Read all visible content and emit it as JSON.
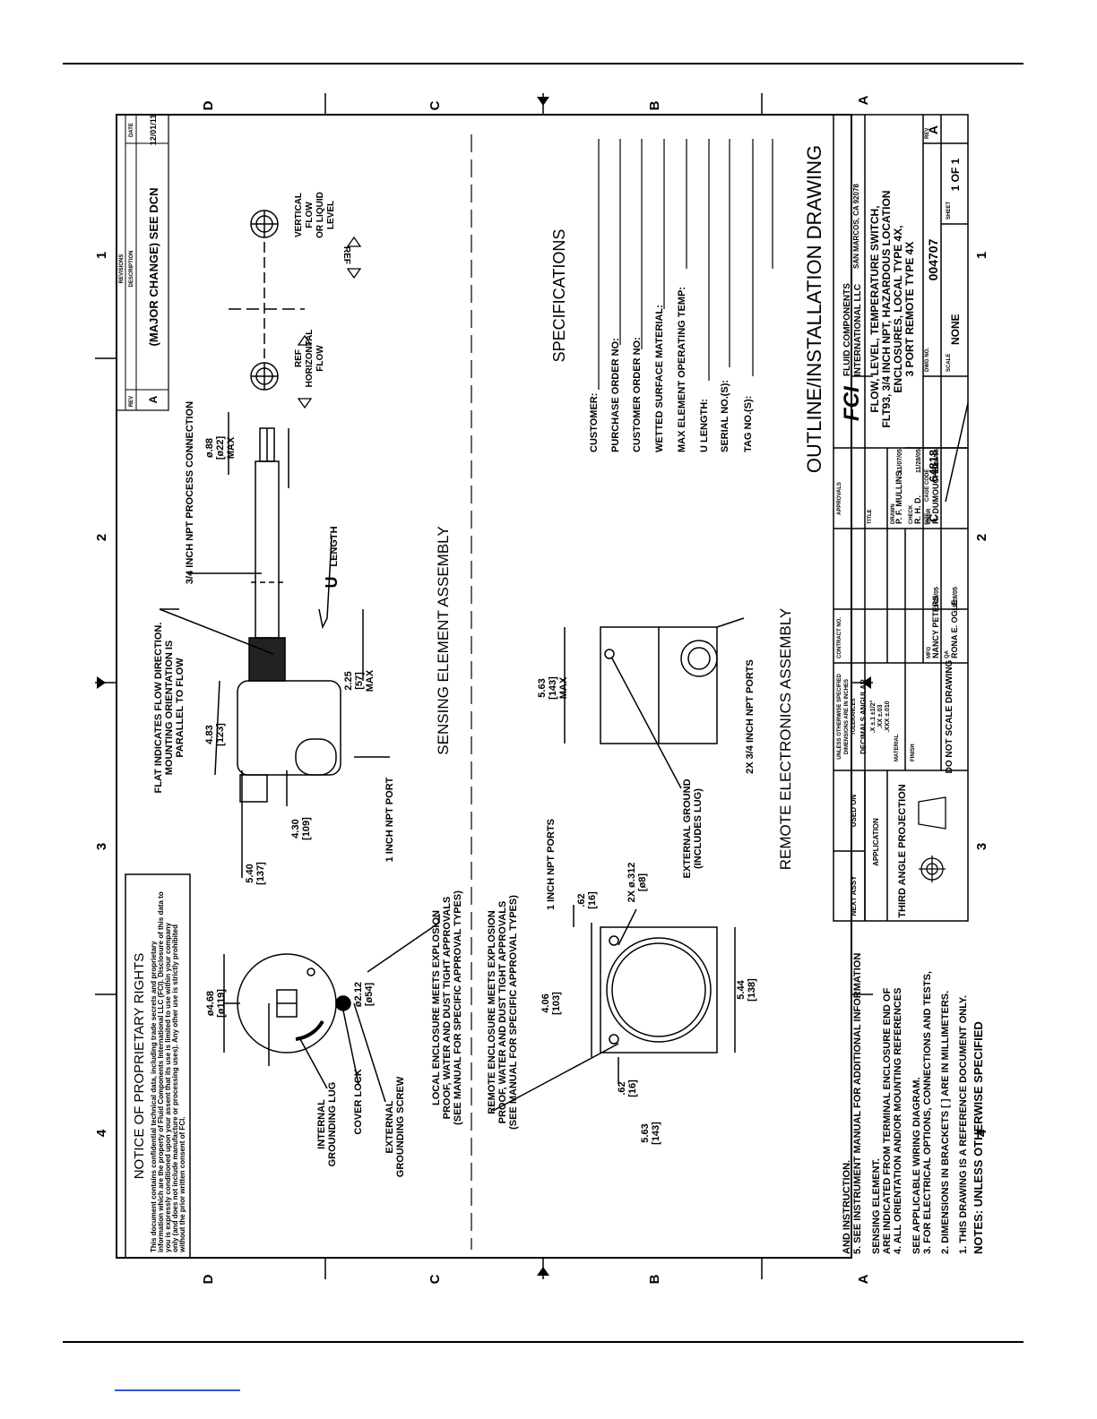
{
  "grid": {
    "columns": [
      "4",
      "3",
      "2",
      "1"
    ],
    "rows": [
      "D",
      "C",
      "B",
      "A"
    ]
  },
  "notice": {
    "title": "NOTICE OF PROPRIETARY RIGHTS",
    "lines": [
      "This document contains confidential technical data, including trade secrets and proprietary",
      "information which are the property of Fluid Components International LLC (FCI). Disclosure of this data to",
      "you is expressly conditioned upon your assent that its use is limited to use within your company",
      "only (and does not include manufacture or processing uses). Any other use is strictly prohibited",
      "without the prior written consent of FCI."
    ]
  },
  "revisions": {
    "header": "REVISIONS",
    "col_rev": "REV",
    "col_desc": "DESCRIPTION",
    "col_date": "DATE",
    "rev": "A",
    "desc": "(MAJOR CHANGE) SEE DCN",
    "date": "12/01/11"
  },
  "sensing": {
    "title": "SENSING ELEMENT ASSEMBLY",
    "dia_468": "ø4.68",
    "dia_468_mm": "[ø119]",
    "d_212": "ø2.12",
    "d_212_mm": "[ø54]",
    "internal_lug": [
      "INTERNAL",
      "GROUNDING LUG"
    ],
    "cover_lock": "COVER LOCK",
    "external_screw": [
      "EXTERNAL",
      "GROUNDING SCREW"
    ],
    "local_enclosure": [
      "LOCAL ENCLOSURE MEETS EXPLOSION",
      "PROOF, WATER AND DUST TIGHT APPROVALS",
      "(SEE MANUAL FOR SPECIFIC APPROVAL TYPES)"
    ],
    "d_540": "5.40",
    "d_540_mm": "[137]",
    "d_430": "4.30",
    "d_430_mm": "[109]",
    "d_483": "4.83",
    "d_483_mm": "[123]",
    "npt_port": "1 INCH NPT PORT",
    "flat_note": [
      "FLAT INDICATES FLOW DIRECTION.",
      "MOUNTING ORIENTATION IS",
      "PARALLEL TO FLOW"
    ],
    "d_225": "2.25",
    "d_225_mm": "[57]",
    "d_225_max": "MAX",
    "u_length": "U",
    "u_length_small": "LENGTH",
    "npt_conn": "3/4 INCH NPT PROCESS CONNECTION",
    "dia_88": "ø.88",
    "dia_88_mm": "[ø22]",
    "dia_88_max": "MAX",
    "horizontal": [
      "REF",
      "HORIZONTAL",
      "FLOW"
    ],
    "vertical": [
      "VERTICAL",
      "FLOW",
      "OR LIQUID",
      "LEVEL"
    ],
    "vertical_ref": "REF"
  },
  "remote": {
    "title": "REMOTE ELECTRONICS ASSEMBLY",
    "enclosure_note": [
      "REMOTE ENCLOSURE MEETS EXPLOSION",
      "PROOF, WATER AND DUST TIGHT APPROVALS",
      "(SEE MANUAL FOR SPECIFIC APPROVAL TYPES)"
    ],
    "npt_ports": "1 INCH NPT PORTS",
    "d_406": "4.06",
    "d_406_mm": "[103]",
    "d_62a": ".62",
    "d_62a_mm": "[16]",
    "d_312": "2X ø.312",
    "d_312_mm": "[ø8]",
    "d_62b": ".62",
    "d_62b_mm": "[16]",
    "d_563a": "5.63",
    "d_563a_mm": "[143]",
    "d_544": "5.44",
    "d_544_mm": "[138]",
    "ext_ground": [
      "EXTERNAL GROUND",
      "(INCLUDES LUG)"
    ],
    "d_563b": "5.63",
    "d_563b_mm": "[143]",
    "d_563b_max": "MAX",
    "npt34": "2X 3/4 INCH NPT PORTS"
  },
  "specs": {
    "title": "SPECIFICATIONS",
    "fields": [
      "CUSTOMER:",
      "PURCHASE ORDER NO:",
      "CUSTOMER ORDER NO:",
      "WETTED SURFACE MATERIAL:",
      "MAX ELEMENT OPERATING TEMP:",
      "U LENGTH:",
      "SERIAL NO.(S):",
      "TAG NO.(S):"
    ]
  },
  "drawing_title": "OUTLINE/INSTALLATION DRAWING",
  "notes": {
    "header": "NOTES: UNLESS OTHERWISE SPECIFIED",
    "items": [
      "1. THIS DRAWING IS A REFERENCE DOCUMENT ONLY.",
      "2. DIMENSIONS IN BRACKETS [ ] ARE IN MILLIMETERS.",
      "3. FOR ELECTRICAL OPTIONS, CONNECTIONS AND TESTS,",
      "    SEE APPLICABLE WIRING DIAGRAM.",
      "4. ALL ORIENTATION AND/OR MOUNTING REFERENCES",
      "    ARE INDICATED FROM TERMINAL ENCLOSURE END OF",
      "    SENSING ELEMENT.",
      "5. SEE INSTRUMENT MANUAL FOR ADDITIONAL INFORMATION",
      "    AND INSTRUCTION."
    ]
  },
  "title_block": {
    "next_assy": "NEXT ASSY",
    "used_on": "USED ON",
    "application": "APPLICATION",
    "third_angle": "THIRD ANGLE PROJECTION",
    "tolerances": [
      "UNLESS OTHERWISE SPECIFIED",
      "DIMENSIONS ARE IN INCHES",
      "TOLERANCES",
      "DECIMALS   ANGULAR",
      ".X  ±.1      ±1/2°",
      ".XX ±.03",
      ".XXX ±.010"
    ],
    "material": "MATERIAL",
    "finish": "FINISH",
    "do_not_scale": "DO NOT SCALE DRAWING",
    "contract": "CONTRACT NO.",
    "approvals": "APPROVALS",
    "drawn_label": "DRAWN",
    "drawn": "P. F. MULLINS",
    "drawn_date": "11/07/05",
    "check_label": "CHECK",
    "check": "R. H. D.",
    "check_date": "11/28/05",
    "engr_label": "ENGR",
    "engr": "R. DUMOUCHEL",
    "engr_date": "11/28/05",
    "mfg_label": "MFG",
    "mfg": "NANCY PETERS",
    "mfg_date": "11/28/05",
    "qa_label": "QA",
    "qa": "RONA E. OGLE",
    "qa_date": "11/28/05",
    "company_logo": "FCI",
    "company": [
      "FLUID COMPONENTS",
      "INTERNATIONAL LLC"
    ],
    "city": "SAN MARCOS, CA 92078",
    "title_label": "TITLE",
    "title_lines": [
      "FLOW, LEVEL, TEMPERATURE SWITCH,",
      "FLT93, 3/4 INCH NPT, HAZARDOUS LOCATION",
      "ENCLOSURES, LOCAL TYPE 4X,",
      "3 PORT REMOTE TYPE 4X"
    ],
    "size_label": "SIZE",
    "size": "C",
    "cage_label": "CAGE CODE",
    "cage": "64818",
    "dwg_label": "DWG NO.",
    "dwg": "004707",
    "rev_label": "REV",
    "rev": "A",
    "scale_label": "SCALE",
    "scale": "NONE",
    "sheet_label": "SHEET",
    "sheet": "1 OF 1"
  },
  "colors": {
    "ink": "#000000",
    "link": "#3355cc"
  }
}
